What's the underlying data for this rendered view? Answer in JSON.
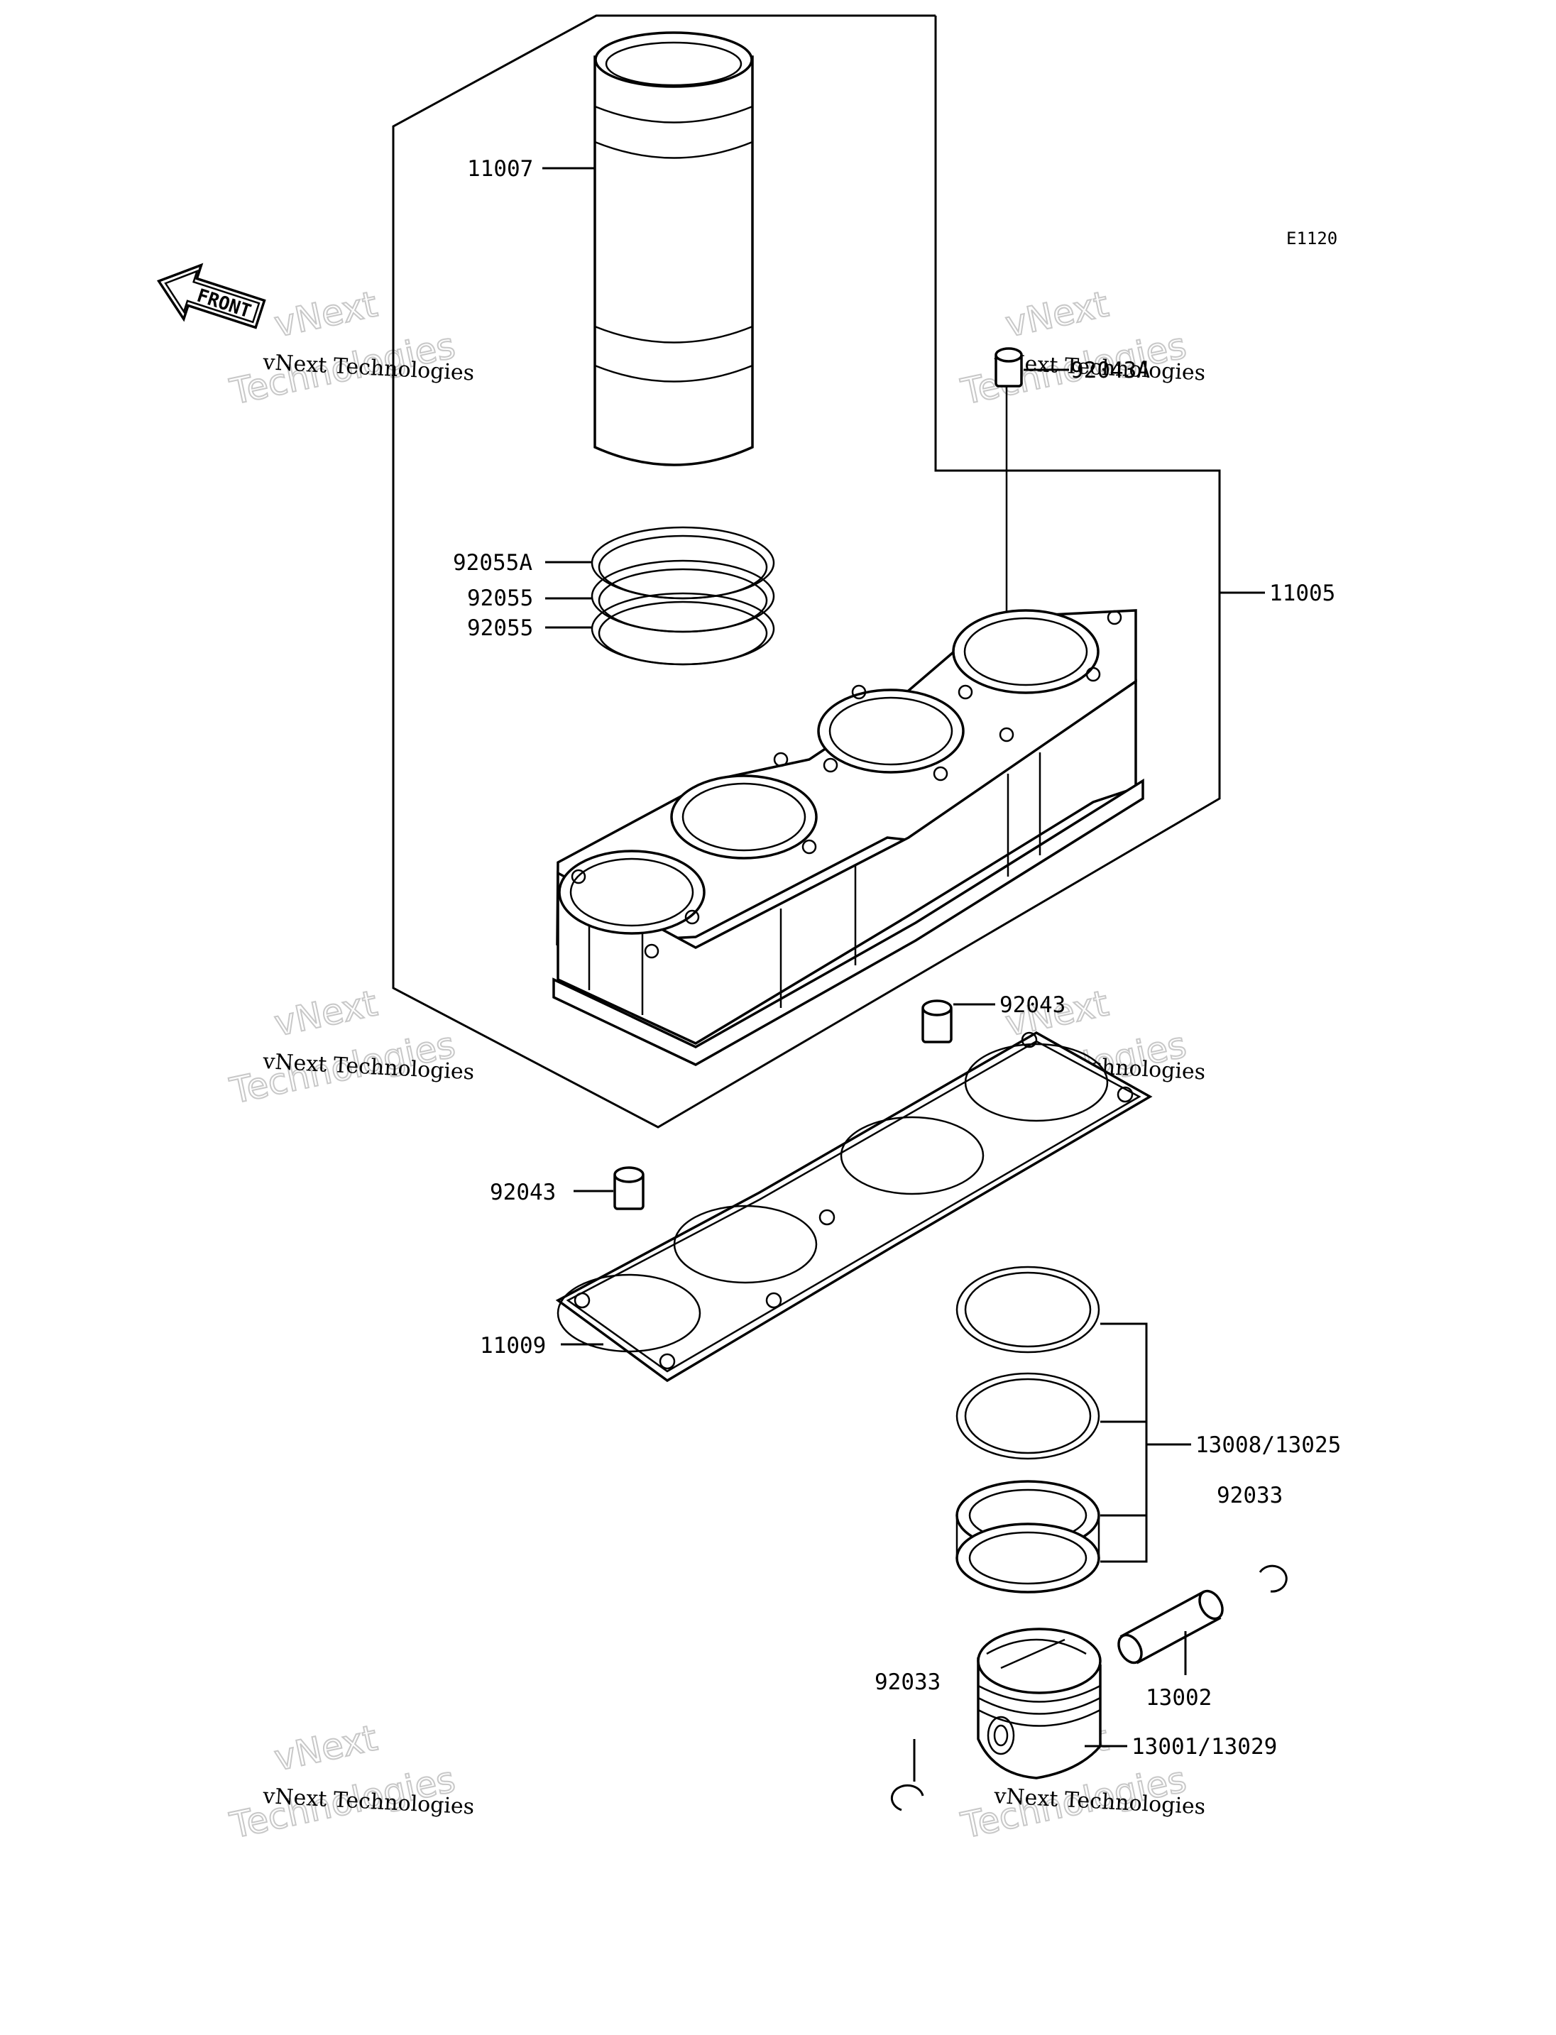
{
  "diagram_code": "E1120",
  "front_label": "FRONT",
  "watermarks": [
    {
      "small": "vNext Technologies",
      "big_top": "vNext",
      "big_bottom": "Technologies"
    },
    {
      "small": "vNext Technologies",
      "big_top": "vNext",
      "big_bottom": "Technologies"
    },
    {
      "small": "vNext Technologies",
      "big_top": "vNext",
      "big_bottom": "Technologies"
    },
    {
      "small": "vNext Technologies",
      "big_top": "vNext",
      "big_bottom": "Technologies"
    },
    {
      "small": "vNext Technologies",
      "big_top": "vNext",
      "big_bottom": "Technologies"
    },
    {
      "small": "vNext Technologies",
      "big_top": "vNext",
      "big_bottom": "Technologies"
    }
  ],
  "parts": [
    {
      "number": "11007",
      "part": "cylinder-liner"
    },
    {
      "number": "92043A",
      "part": "dowel-pin-top"
    },
    {
      "number": "92055A",
      "part": "o-ring-top"
    },
    {
      "number": "92055",
      "part": "o-ring-middle"
    },
    {
      "number": "92055",
      "part": "o-ring-bottom"
    },
    {
      "number": "11005",
      "part": "cylinder-block"
    },
    {
      "number": "92043",
      "part": "dowel-pin-right"
    },
    {
      "number": "92043",
      "part": "dowel-pin-left"
    },
    {
      "number": "11009",
      "part": "cylinder-gasket"
    },
    {
      "number": "13008/13025",
      "part": "piston-ring-set"
    },
    {
      "number": "92033",
      "part": "circlip-right"
    },
    {
      "number": "13002",
      "part": "piston-pin"
    },
    {
      "number": "92033",
      "part": "circlip-left"
    },
    {
      "number": "13001/13029",
      "part": "piston"
    }
  ]
}
